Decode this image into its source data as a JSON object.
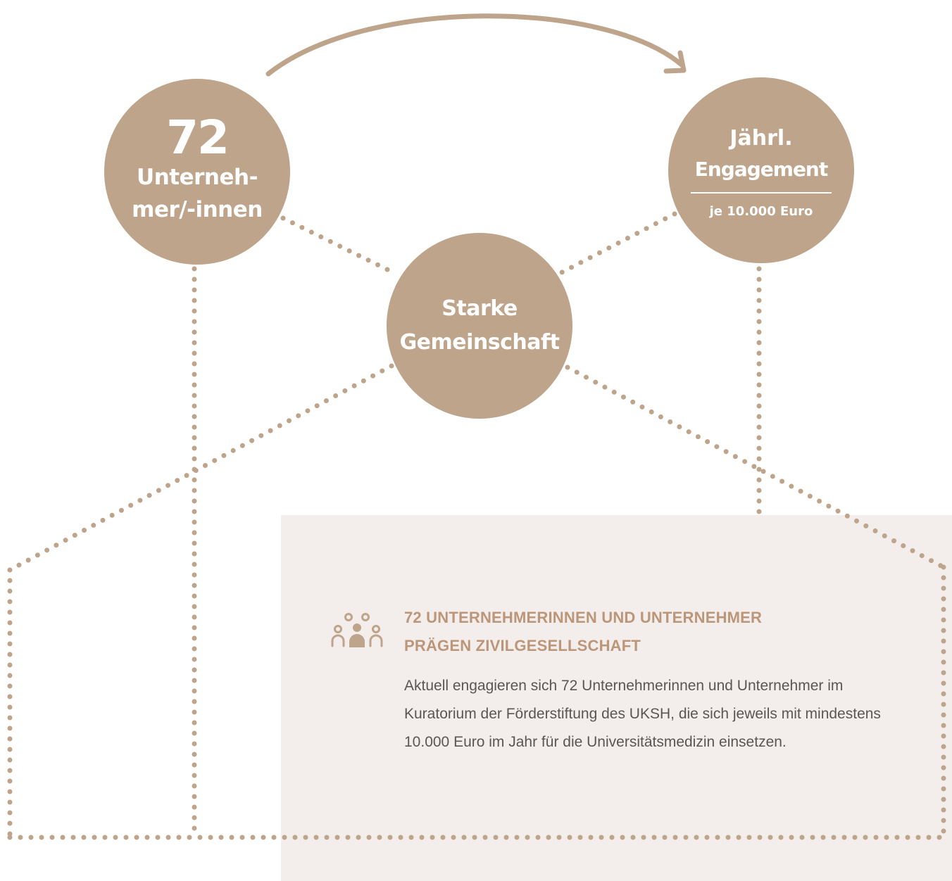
{
  "colors": {
    "circle_fill": "#bda48b",
    "dots": "#bda48b",
    "arrow": "#bda48b",
    "panel_background": "#f3eeeb",
    "heading": "#bb9679",
    "body_text": "#5a5656",
    "circle_text": "#ffffff"
  },
  "nodes": {
    "left": {
      "number": "72",
      "label_line1": "Unterneh-",
      "label_line2": "mer/-innen"
    },
    "center": {
      "label_line1": "Starke",
      "label_line2": "Gemeinschaft"
    },
    "right": {
      "title_line1": "Jährl.",
      "title_line2": "Engagement",
      "subtitle": "je 10.000 Euro"
    }
  },
  "info": {
    "icon": "people-group-icon",
    "heading_line1": "72 UNTERNEHMERINNEN UND UNTERNEHMER",
    "heading_line2": "PRÄGEN ZIVILGESELLSCHAFT",
    "body_line1": "Aktuell engagieren sich 72 Unternehmerinnen und Unternehmer im",
    "body_line2": "Kuratorium der Förderstiftung des UKSH, die sich jeweils mit mindestens",
    "body_line3": "10.000 Euro im Jahr für die Universitätsmedizin einsetzen."
  }
}
